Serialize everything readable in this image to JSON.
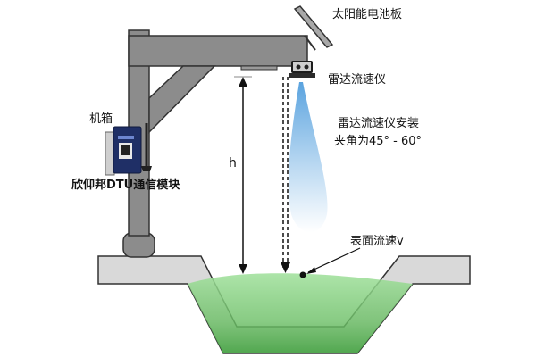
{
  "labels": {
    "solar_panel": "太阳能电池板",
    "radar_meter": "雷达流速仪",
    "install_angle_line1": "雷达流速仪安装",
    "install_angle_line2": "夹角为45° - 60°",
    "cabinet": "机箱",
    "dtu_module": "欣仰邦DTU通信模块",
    "height": "h",
    "surface_velocity": "表面流速v"
  },
  "colors": {
    "pole": "#8c8c8c",
    "pole_stroke": "#3a3a3a",
    "channel": "#d6d6d6",
    "water": "#8fd48a",
    "beam": "#5fa8e0",
    "cabinet_body": "#1f2f66"
  }
}
